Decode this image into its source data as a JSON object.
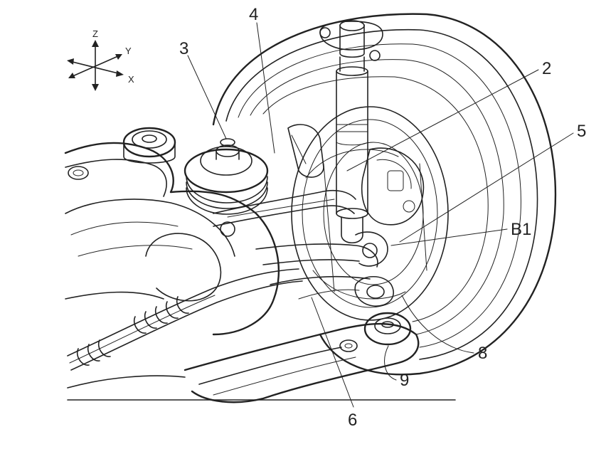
{
  "axes": {
    "z": "Z",
    "y": "Y",
    "x": "X"
  },
  "labels": {
    "l1": "4",
    "l2": "3",
    "l3": "2",
    "l4": "5",
    "l5": "B1",
    "l6": "8",
    "l7": "9",
    "l8": "6"
  }
}
